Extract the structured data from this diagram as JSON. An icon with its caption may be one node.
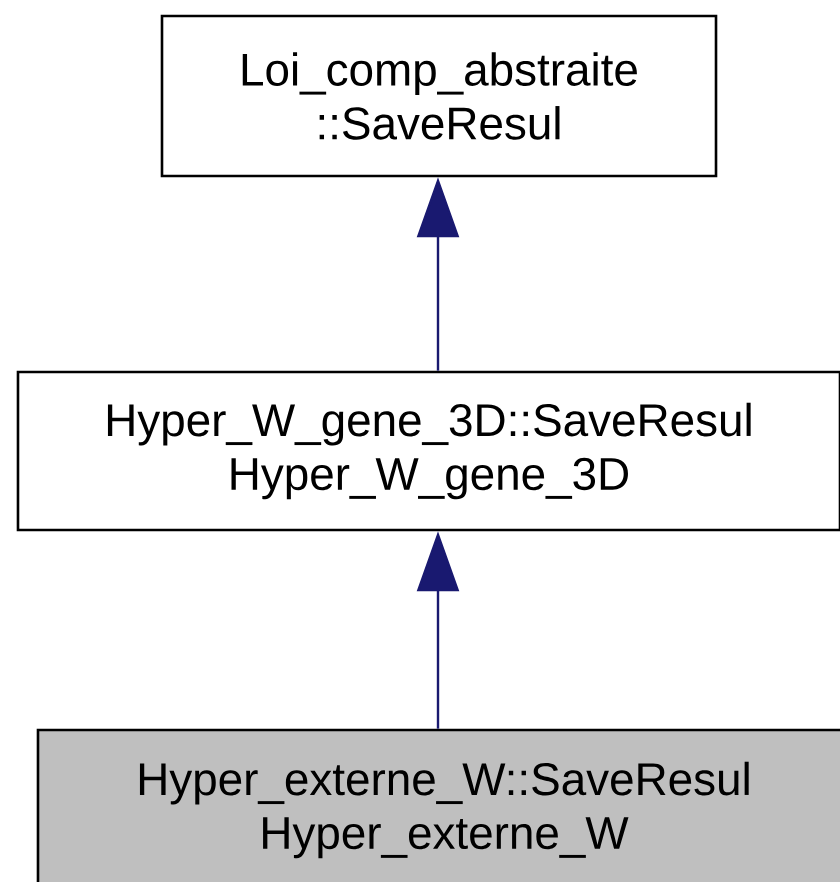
{
  "diagram": {
    "nodes": [
      {
        "text": [
          "Loi_comp_abstraite ::SaveResul"
        ]
      },
      {
        "text": [
          "Hyper_W_gene_3D::SaveResul Hyper_W_gene_3D"
        ]
      },
      {
        "text": [
          "Hyper_externe_W::SaveResul Hyper_externe_W"
        ]
      }
    ],
    "edges": [
      {
        "from": 1,
        "to": 0,
        "arrow": "to",
        "color": "#191970"
      },
      {
        "from": 2,
        "to": 1,
        "arrow": "to",
        "color": "#191970"
      }
    ]
  }
}
